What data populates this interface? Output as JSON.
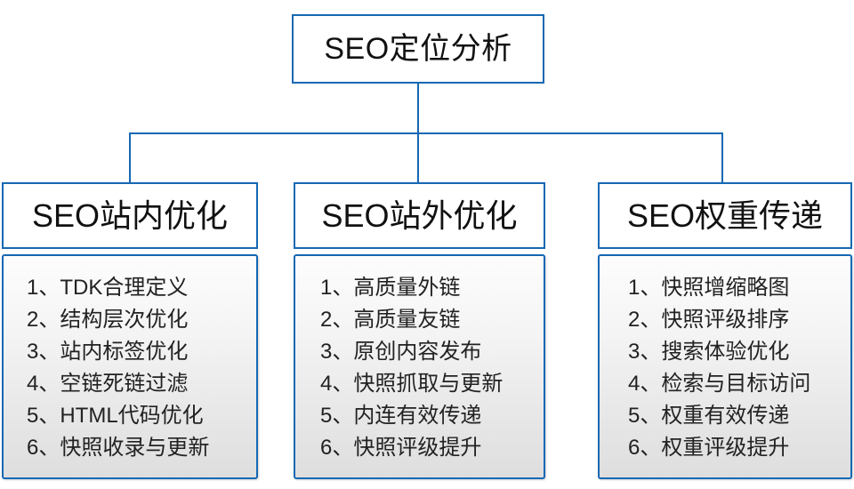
{
  "diagram": {
    "type": "hierarchy-tree",
    "accent_color": "#1668b3",
    "text_color": "#111111",
    "panel_background": "#e8e8e8",
    "root": {
      "label": "SEO定位分析"
    },
    "branches": [
      {
        "id": "on-site",
        "header": "SEO站内优化",
        "items": [
          "1、TDK合理定义",
          "2、结构层次优化",
          "3、站内标签优化",
          "4、空链死链过滤",
          "5、HTML代码优化",
          "6、快照收录与更新"
        ]
      },
      {
        "id": "off-site",
        "header": "SEO站外优化",
        "items": [
          "1、高质量外链",
          "2、高质量友链",
          "3、原创内容发布",
          "4、快照抓取与更新",
          "5、内连有效传递",
          "6、快照评级提升"
        ]
      },
      {
        "id": "weight-transfer",
        "header": "SEO权重传递",
        "items": [
          "1、快照增缩略图",
          "2、快照评级排序",
          "3、搜索体验优化",
          "4、检索与目标访问",
          "5、权重有效传递",
          "6、权重评级提升"
        ]
      }
    ]
  }
}
